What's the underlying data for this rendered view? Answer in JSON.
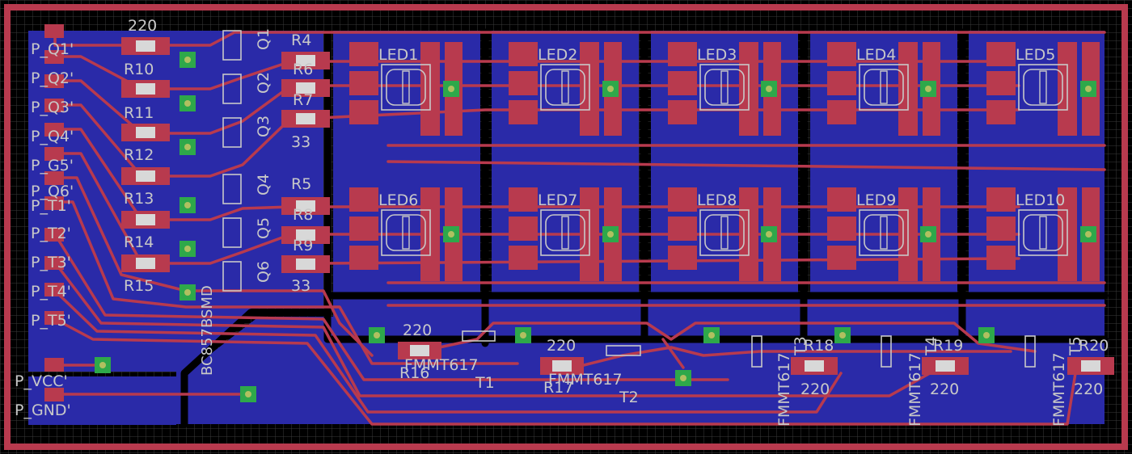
{
  "colors": {
    "background": "#000000",
    "board_edge": "#b83a4e",
    "copper_pour": "#2a2aa8",
    "trace": "#b83a4e",
    "pad": "#b83a4e",
    "silkscreen": "#c8c8c8",
    "via": "#2ea84a",
    "grid": "#3a3a3a"
  },
  "connectors": [
    "P_Q1'",
    "P_Q2'",
    "P_Q3'",
    "P_Q4'",
    "P_G5'",
    "P_Q6'",
    "P_T1'",
    "P_T2'",
    "P_T3'",
    "P_T4'",
    "P_T5'",
    "P_VCC'",
    "P_GND'"
  ],
  "resistors_left": {
    "top_value": "220",
    "overlap_labels": [
      "R10",
      "R11",
      "R12",
      "R13",
      "R14"
    ],
    "bottom_name": "R15"
  },
  "transistor_column_label": "BC857BSMD",
  "q_labels": [
    "Q1",
    "Q2",
    "Q3",
    "Q4",
    "Q5",
    "Q6"
  ],
  "resistors_right": {
    "names": [
      "R4",
      "R5"
    ],
    "value": "33",
    "overlap": [
      "R6",
      "R7",
      "R8",
      "R9"
    ]
  },
  "leds": [
    "LED1",
    "LED2",
    "LED3",
    "LED4",
    "LED5",
    "LED6",
    "LED7",
    "LED8",
    "LED9",
    "LED10"
  ],
  "bottom_parts": {
    "r16": {
      "value": "220",
      "name": "R16"
    },
    "r17": {
      "value": "220",
      "name": "R17"
    },
    "t1": {
      "part": "FMMT617",
      "name": "T1"
    },
    "t2": {
      "part": "FMMT617",
      "name": "T2"
    },
    "vertical_parts": [
      {
        "part": "FMMT617",
        "name": "T3",
        "rname": "R18",
        "value": "220"
      },
      {
        "part": "FMMT617",
        "name": "T4",
        "rname": "R19",
        "value": "220"
      },
      {
        "part": "FMMT617",
        "name": "T5",
        "rname": "R20",
        "value": "220"
      }
    ]
  }
}
